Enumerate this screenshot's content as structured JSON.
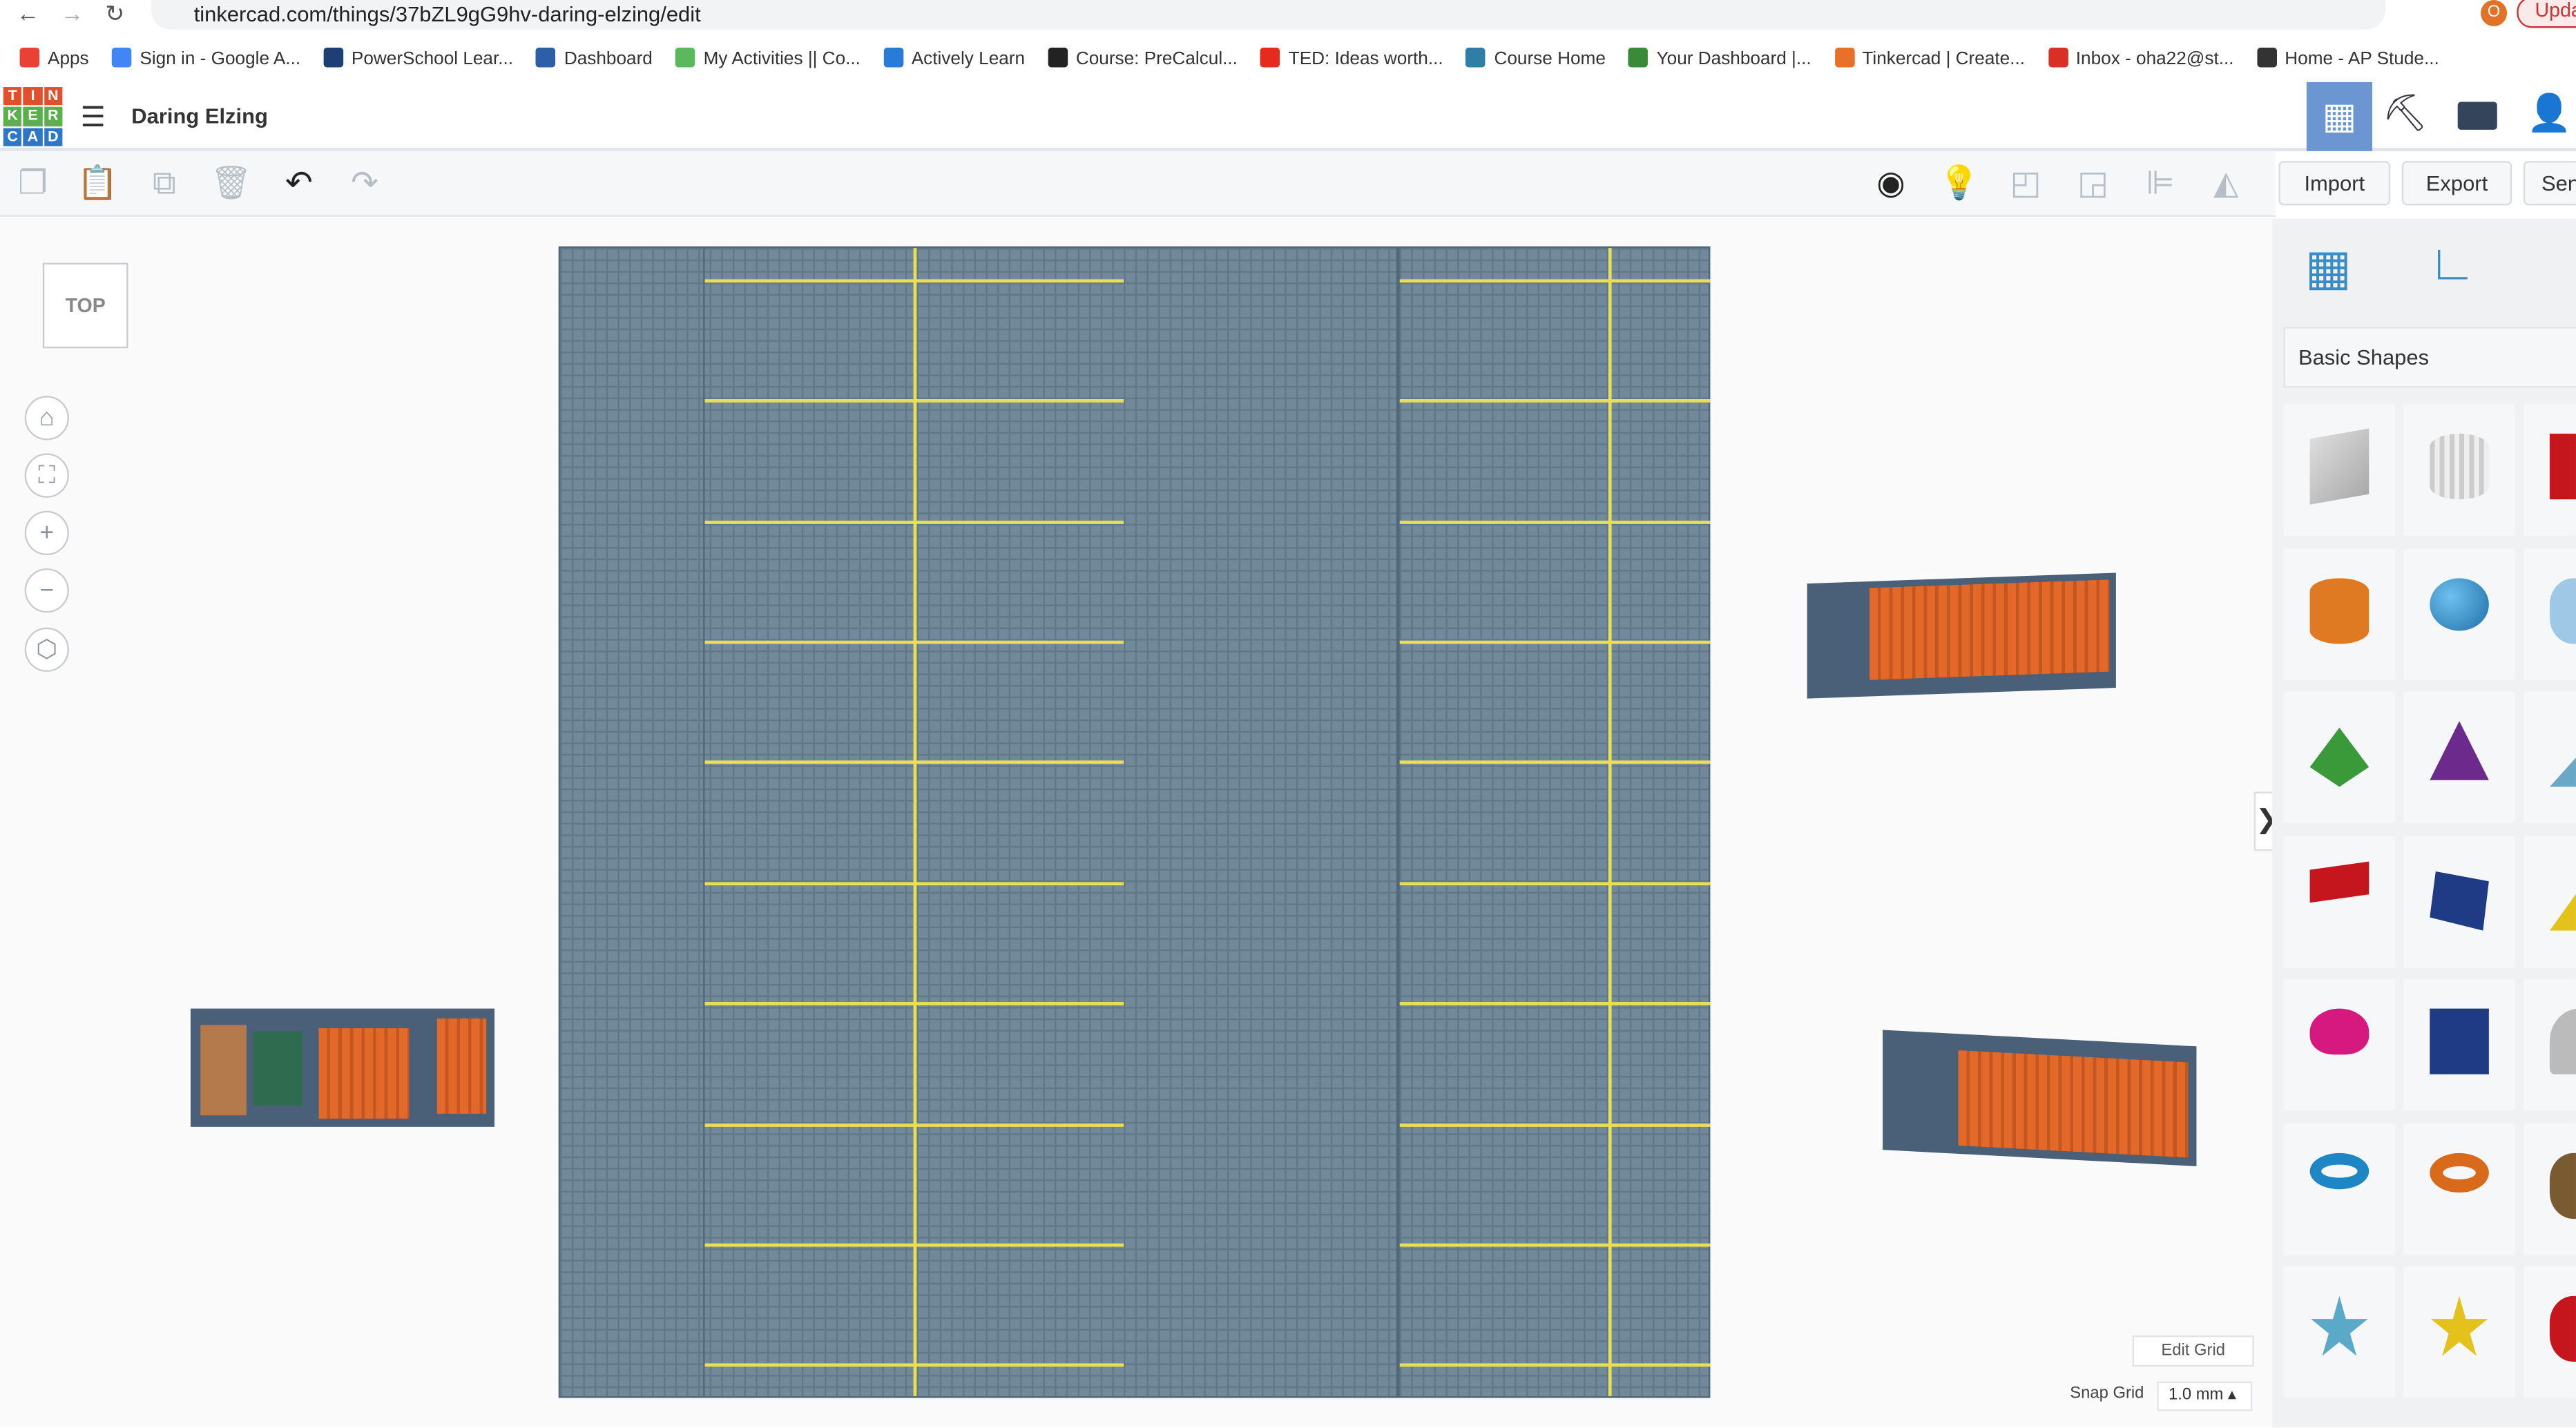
{
  "browser": {
    "url": "tinkercad.com/things/37bZL9gG9hv-daring-elzing/edit",
    "profile_initial": "O",
    "update_label": "Update",
    "bookmarks": [
      {
        "label": "Apps",
        "color": "#e94235"
      },
      {
        "label": "Sign in - Google A...",
        "color": "#4285f4"
      },
      {
        "label": "PowerSchool Lear...",
        "color": "#1d3f73"
      },
      {
        "label": "Dashboard",
        "color": "#2d5ea8"
      },
      {
        "label": "My Activities || Co...",
        "color": "#5cb85c"
      },
      {
        "label": "Actively Learn",
        "color": "#2a7bd6"
      },
      {
        "label": "Course: PreCalcul...",
        "color": "#222222"
      },
      {
        "label": "TED: Ideas worth...",
        "color": "#e62b1e"
      },
      {
        "label": "Course Home",
        "color": "#2e7ea6"
      },
      {
        "label": "Your Dashboard |...",
        "color": "#3a8a3a"
      },
      {
        "label": "Tinkercad | Create...",
        "color": "#e8702a"
      },
      {
        "label": "Inbox - oha22@st...",
        "color": "#d93025"
      },
      {
        "label": "Home - AP Stude...",
        "color": "#333333"
      }
    ]
  },
  "app": {
    "logo_letters": [
      "T",
      "I",
      "N",
      "K",
      "E",
      "R",
      "C",
      "A",
      "D"
    ],
    "design_title": "Daring Elzing",
    "accent": "#6b96d2"
  },
  "toolbar": {
    "import": "Import",
    "export": "Export",
    "send": "Sen"
  },
  "viewcube": {
    "label": "TOP"
  },
  "panel": {
    "category": "Basic Shapes",
    "shapes": [
      "box",
      "cylinder",
      "box-red",
      "cylinder-orange",
      "sphere",
      "scribble",
      "roof",
      "cone",
      "wedge",
      "text",
      "polygon",
      "pyramid",
      "half-sphere",
      "hexagonal-prism",
      "paraboloid",
      "torus",
      "tube",
      "ring",
      "star",
      "star-gold",
      "heart"
    ]
  },
  "grid": {
    "edit_grid": "Edit Grid",
    "snap_label": "Snap Grid",
    "snap_value": "1.0 mm ▴"
  }
}
